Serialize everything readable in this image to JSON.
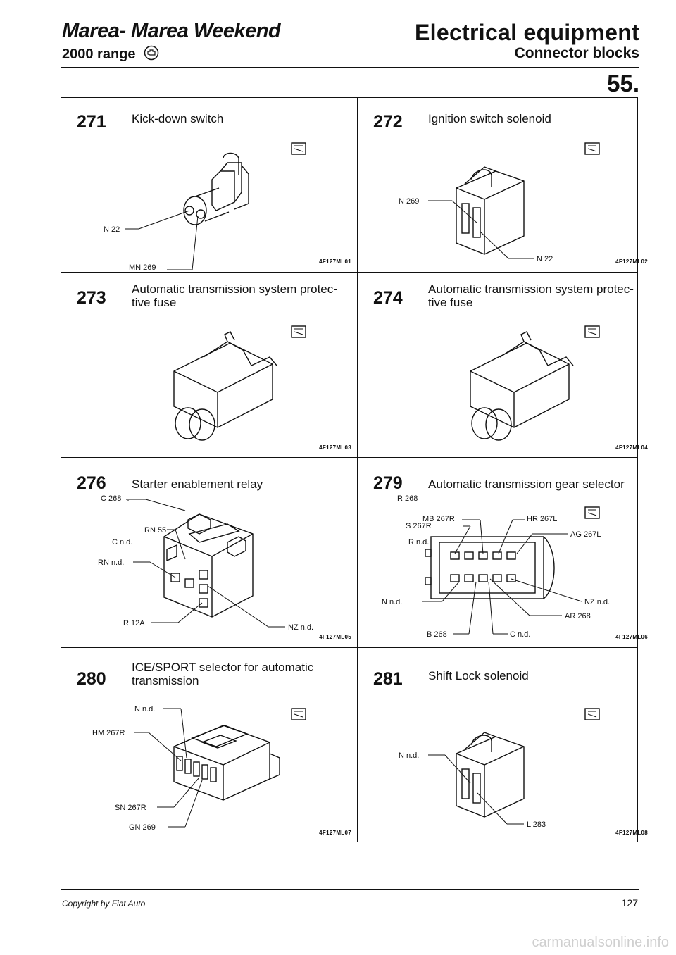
{
  "header": {
    "left_title": "Marea- Marea Weekend",
    "left_subtitle": "2000 range",
    "right_title": "Electrical equipment",
    "right_subtitle": "Connector blocks",
    "page_section": "55."
  },
  "cells": [
    {
      "num": "271",
      "title": "Kick-down switch",
      "code": "4F127ML01",
      "labels": [
        "N 22",
        "MN 269"
      ]
    },
    {
      "num": "272",
      "title": "Ignition switch solenoid",
      "code": "4F127ML02",
      "labels": [
        "N 269",
        "N 22"
      ]
    },
    {
      "num": "273",
      "title": "Automatic transmission system protec-tive fuse",
      "code": "4F127ML03",
      "labels": [
        "C 268",
        "C n.d."
      ]
    },
    {
      "num": "274",
      "title": "Automatic transmission system protec-tive fuse",
      "code": "4F127ML04",
      "labels": [
        "R 268",
        "R n.d."
      ]
    },
    {
      "num": "276",
      "title": "Starter enablement relay",
      "code": "4F127ML05",
      "labels": [
        "RN 55",
        "RN n.d.",
        "R 12A",
        "NZ n.d."
      ]
    },
    {
      "num": "279",
      "title": "Automatic transmission gear selector",
      "code": "4F127ML06",
      "labels": [
        "MB 267R",
        "S 267R",
        "HR 267L",
        "AG 267L",
        "NZ n.d.",
        "N n.d.",
        "AR 268",
        "B 268",
        "C n.d."
      ]
    },
    {
      "num": "280",
      "title": "ICE/SPORT selector for automatic transmission",
      "code": "4F127ML07",
      "labels": [
        "N n.d.",
        "HM 267R",
        "SN 267R",
        "GN 269"
      ]
    },
    {
      "num": "281",
      "title": "Shift Lock solenoid",
      "code": "4F127ML08",
      "labels": [
        "N n.d.",
        "L 283"
      ]
    }
  ],
  "footer": {
    "copyright": "Copyright by Fiat Auto",
    "page_number": "127"
  },
  "watermark": "carmanualsonline.info",
  "icons": {
    "connector_symbol": "connector-icon",
    "engine_symbol": "engine-icon"
  }
}
